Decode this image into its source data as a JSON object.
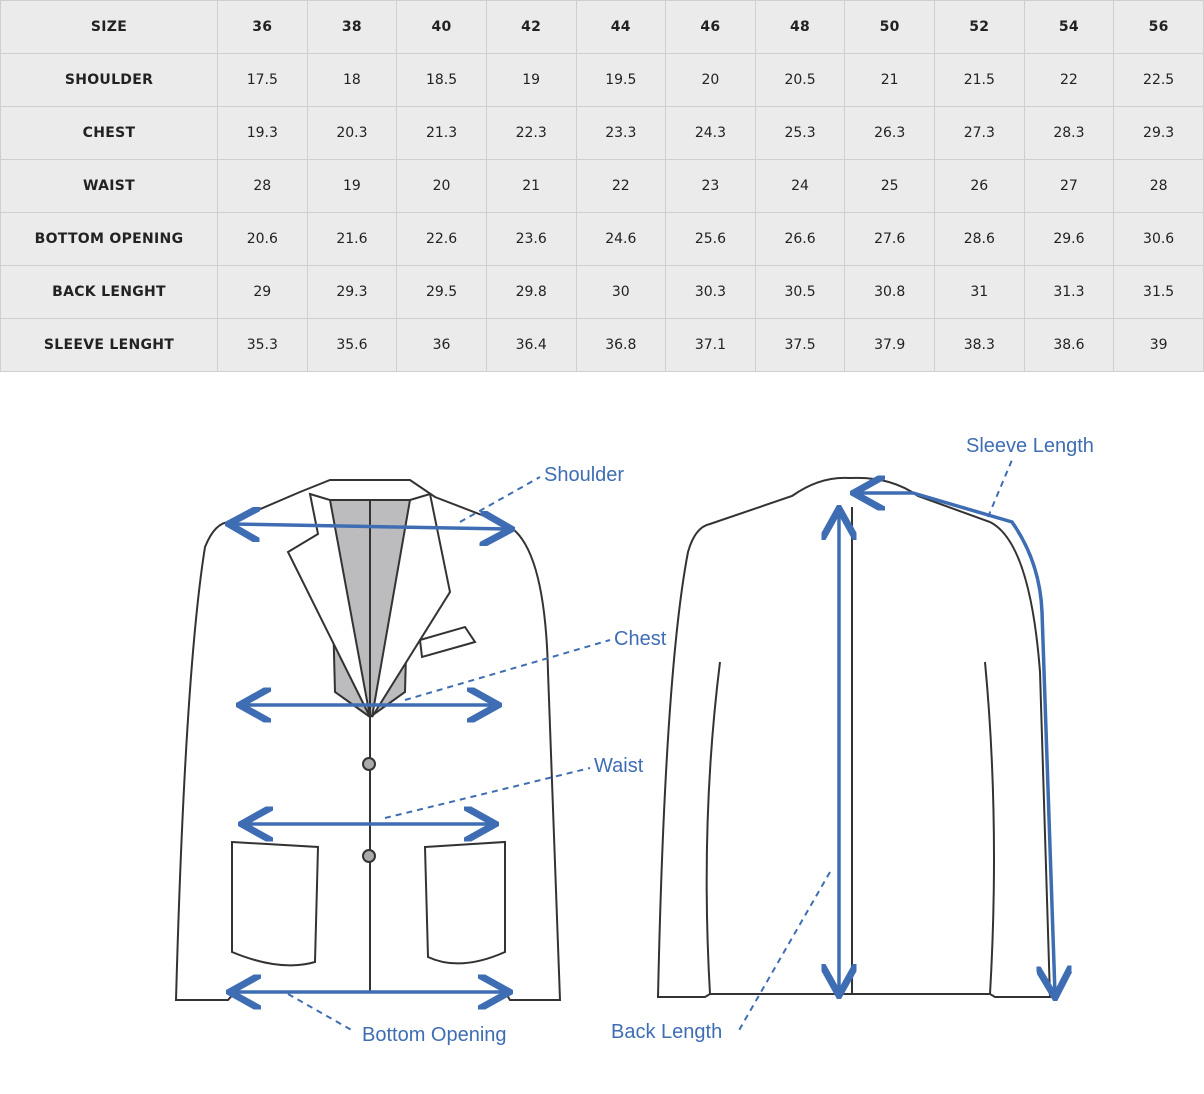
{
  "size_table": {
    "header_label": "SIZE",
    "sizes": [
      "36",
      "38",
      "40",
      "42",
      "44",
      "46",
      "48",
      "50",
      "52",
      "54",
      "56"
    ],
    "rows": [
      {
        "label": "SHOULDER",
        "values": [
          "17.5",
          "18",
          "18.5",
          "19",
          "19.5",
          "20",
          "20.5",
          "21",
          "21.5",
          "22",
          "22.5"
        ]
      },
      {
        "label": "CHEST",
        "values": [
          "19.3",
          "20.3",
          "21.3",
          "22.3",
          "23.3",
          "24.3",
          "25.3",
          "26.3",
          "27.3",
          "28.3",
          "29.3"
        ]
      },
      {
        "label": "WAIST",
        "values": [
          "28",
          "19",
          "20",
          "21",
          "22",
          "23",
          "24",
          "25",
          "26",
          "27",
          "28"
        ]
      },
      {
        "label": "BOTTOM OPENING",
        "values": [
          "20.6",
          "21.6",
          "22.6",
          "23.6",
          "24.6",
          "25.6",
          "26.6",
          "27.6",
          "28.6",
          "29.6",
          "30.6"
        ]
      },
      {
        "label": "BACK LENGHT",
        "values": [
          "29",
          "29.3",
          "29.5",
          "29.8",
          "30",
          "30.3",
          "30.5",
          "30.8",
          "31",
          "31.3",
          "31.5"
        ]
      },
      {
        "label": "SLEEVE LENGHT",
        "values": [
          "35.3",
          "35.6",
          "36",
          "36.4",
          "36.8",
          "37.1",
          "37.5",
          "37.9",
          "38.3",
          "38.6",
          "39"
        ]
      }
    ]
  },
  "diagram": {
    "accent_color": "#3f6db3",
    "labels": {
      "shoulder": "Shoulder",
      "chest": "Chest",
      "waist": "Waist",
      "bottom_opening": "Bottom Opening",
      "sleeve_length": "Sleeve Length",
      "back_length": "Back Length"
    }
  }
}
